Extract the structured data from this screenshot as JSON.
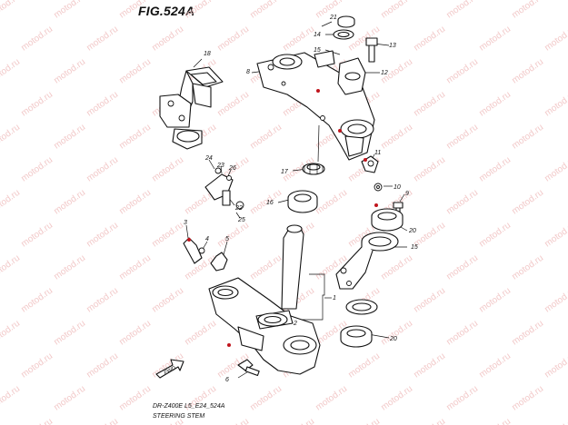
{
  "figure": {
    "title": "FIG.524A",
    "model_code": "DR-Z400E L5_E24_524A",
    "name": "STEERING STEM"
  },
  "watermark": {
    "text": "motod.ru",
    "color": "#f2c9c9"
  },
  "accent_color": "#c0141c",
  "fwd_label": "FWD",
  "callouts": [
    {
      "id": "c1",
      "label": "1"
    },
    {
      "id": "c2",
      "label": "2"
    },
    {
      "id": "c3",
      "label": "3"
    },
    {
      "id": "c4",
      "label": "4"
    },
    {
      "id": "c5",
      "label": "5"
    },
    {
      "id": "c6",
      "label": "6"
    },
    {
      "id": "c8",
      "label": "8"
    },
    {
      "id": "c9",
      "label": "9"
    },
    {
      "id": "c10",
      "label": "10"
    },
    {
      "id": "c11",
      "label": "11"
    },
    {
      "id": "c12",
      "label": "12"
    },
    {
      "id": "c13",
      "label": "13"
    },
    {
      "id": "c14",
      "label": "14"
    },
    {
      "id": "c15a",
      "label": "15"
    },
    {
      "id": "c15b",
      "label": "15"
    },
    {
      "id": "c16",
      "label": "16"
    },
    {
      "id": "c17",
      "label": "17"
    },
    {
      "id": "c18",
      "label": "18"
    },
    {
      "id": "c20a",
      "label": "20"
    },
    {
      "id": "c20b",
      "label": "20"
    },
    {
      "id": "c21",
      "label": "21"
    },
    {
      "id": "c22",
      "label": "22"
    },
    {
      "id": "c23",
      "label": "23"
    },
    {
      "id": "c24",
      "label": "24"
    },
    {
      "id": "c25",
      "label": "25"
    },
    {
      "id": "c26",
      "label": "26"
    }
  ]
}
